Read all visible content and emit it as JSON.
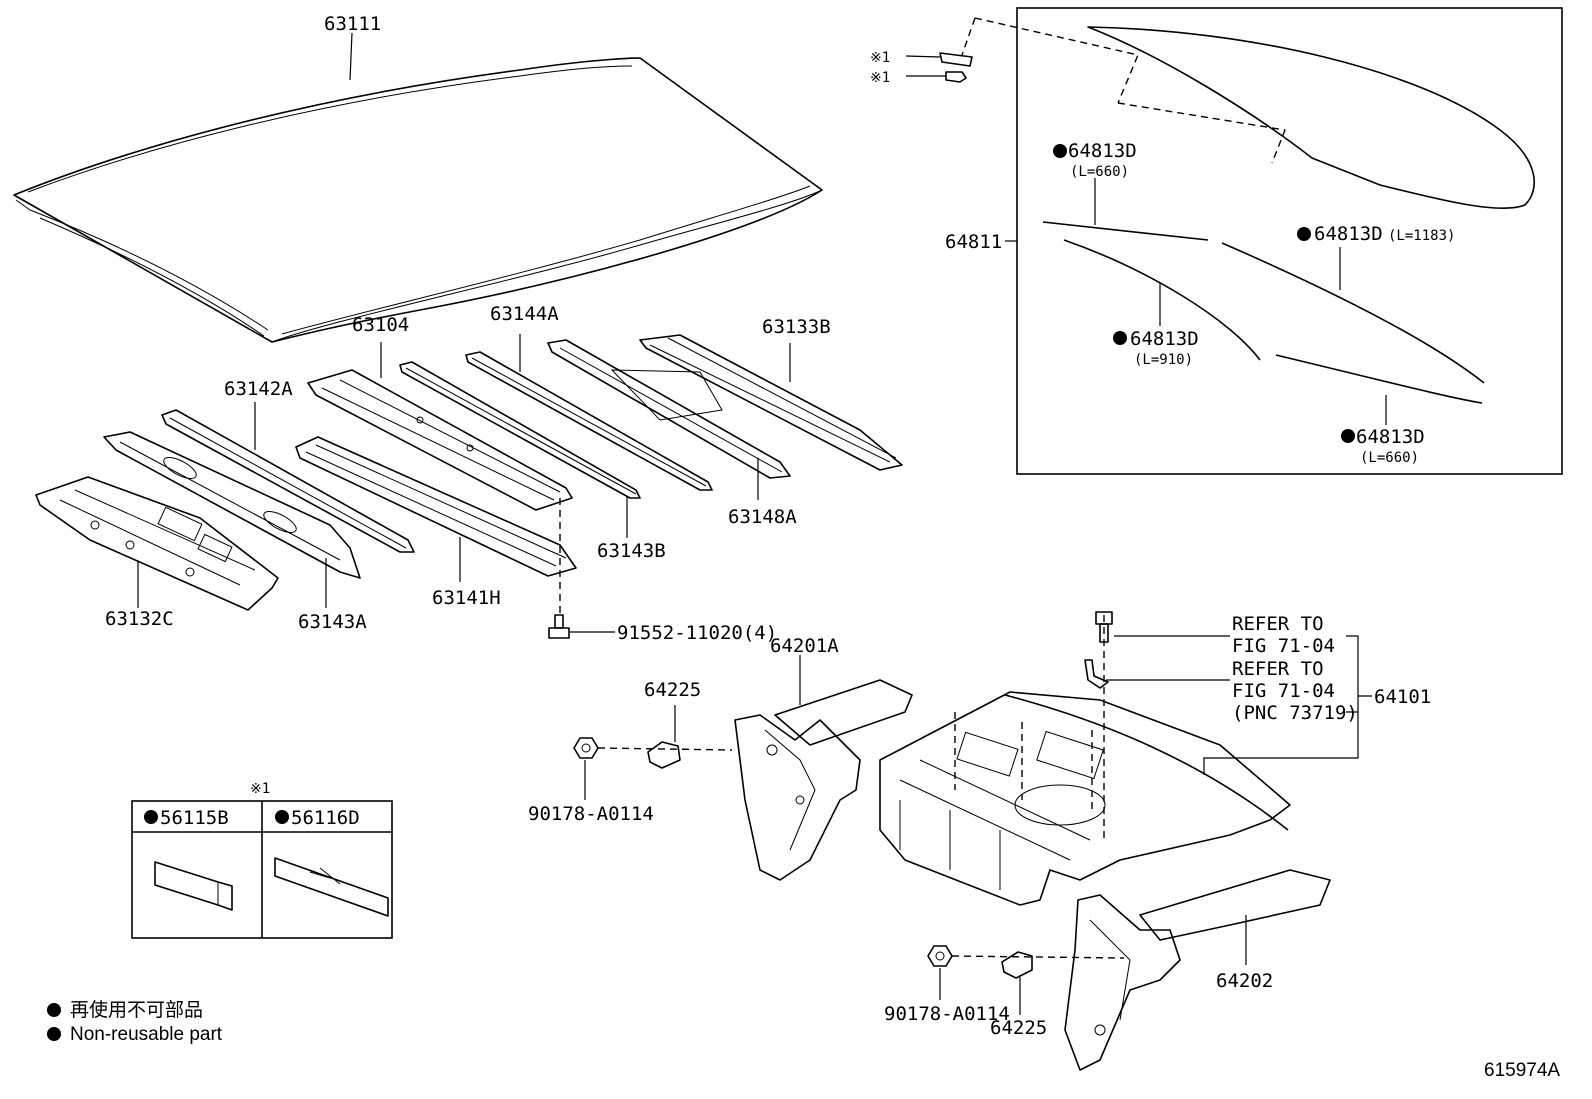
{
  "labels": {
    "p63111": "63111",
    "p63104": "63104",
    "p63144a": "63144A",
    "p63133b": "63133B",
    "p63142a": "63142A",
    "p63143b": "63143B",
    "p63148a": "63148A",
    "p63132c": "63132C",
    "p63143a": "63143A",
    "p63141h": "63141H",
    "p91552": "91552-11020(4)",
    "p64201a": "64201A",
    "p64225_top": "64225",
    "p64225_bot": "64225",
    "p90178_top": "90178-A0114",
    "p90178_bot": "90178-A0114",
    "p64101": "64101",
    "p64202": "64202",
    "p64811": "64811"
  },
  "refer": {
    "line1a": "REFER TO",
    "line1b": "FIG 71-04",
    "line2a": "REFER TO",
    "line2b": "FIG 71-04",
    "line2c": "(PNC 73719)"
  },
  "inset": {
    "note_mark_1": "※1",
    "note_mark_2": "※1",
    "tape_a": "64813D",
    "tape_a_len": "(L=660)",
    "tape_b": "64813D",
    "tape_b_len": "(L=1183)",
    "tape_c": "64813D",
    "tape_c_len": "(L=910)",
    "tape_d": "64813D",
    "tape_d_len": "(L=660)"
  },
  "legend_table": {
    "header": "※1",
    "col1": "56115B",
    "col2": "56116D"
  },
  "legend": {
    "jp": "再使用不可部品",
    "en": "Non-reusable part"
  },
  "figure_id": "615974A"
}
